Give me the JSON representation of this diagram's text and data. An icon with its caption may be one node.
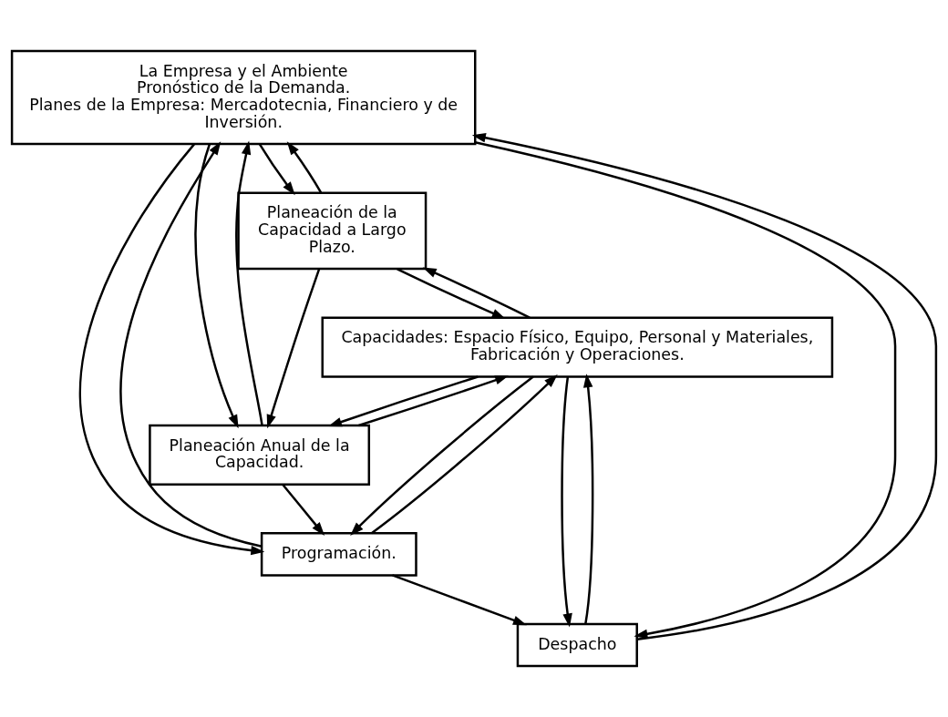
{
  "diagram": {
    "nodes": [
      {
        "text": [
          "La Empresa y el Ambiente",
          "Pronóstico de la Demanda.",
          "Planes de la Empresa: Mercadotecnia, Financiero y de Inversión."
        ]
      },
      {
        "text": [
          "Planeación de la Capacidad a Largo Plazo."
        ]
      },
      {
        "text": [
          "Planeación Anual de la Capacidad."
        ]
      },
      {
        "text": [
          "Programación."
        ]
      },
      {
        "text": [
          "Despacho"
        ]
      },
      {
        "text": [
          "Capacidades: Espacio Físico, Equipo, Personal y Materiales, Fabricación y Operaciones."
        ]
      }
    ],
    "edges": [
      {
        "from": 1,
        "to": 0,
        "arrow": "to"
      },
      {
        "from": 0,
        "to": 1,
        "arrow": "to"
      },
      {
        "from": 2,
        "to": 0,
        "arrow": "to"
      },
      {
        "from": 0,
        "to": 2,
        "arrow": "to"
      },
      {
        "from": 3,
        "to": 0,
        "arrow": "to"
      },
      {
        "from": 0,
        "to": 3,
        "arrow": "to"
      },
      {
        "from": 4,
        "to": 0,
        "arrow": "to"
      },
      {
        "from": 0,
        "to": 4,
        "arrow": "to"
      },
      {
        "from": 1,
        "to": 2,
        "arrow": "to"
      },
      {
        "from": 2,
        "to": 3,
        "arrow": "to"
      },
      {
        "from": 3,
        "to": 4,
        "arrow": "to"
      },
      {
        "from": 1,
        "to": 5,
        "arrow": "to"
      },
      {
        "from": 5,
        "to": 1,
        "arrow": "to"
      },
      {
        "from": 2,
        "to": 5,
        "arrow": "to"
      },
      {
        "from": 5,
        "to": 2,
        "arrow": "to"
      },
      {
        "from": 3,
        "to": 5,
        "arrow": "to"
      },
      {
        "from": 5,
        "to": 3,
        "arrow": "to"
      },
      {
        "from": 4,
        "to": 5,
        "arrow": "to"
      },
      {
        "from": 5,
        "to": 4,
        "arrow": "to"
      }
    ]
  }
}
